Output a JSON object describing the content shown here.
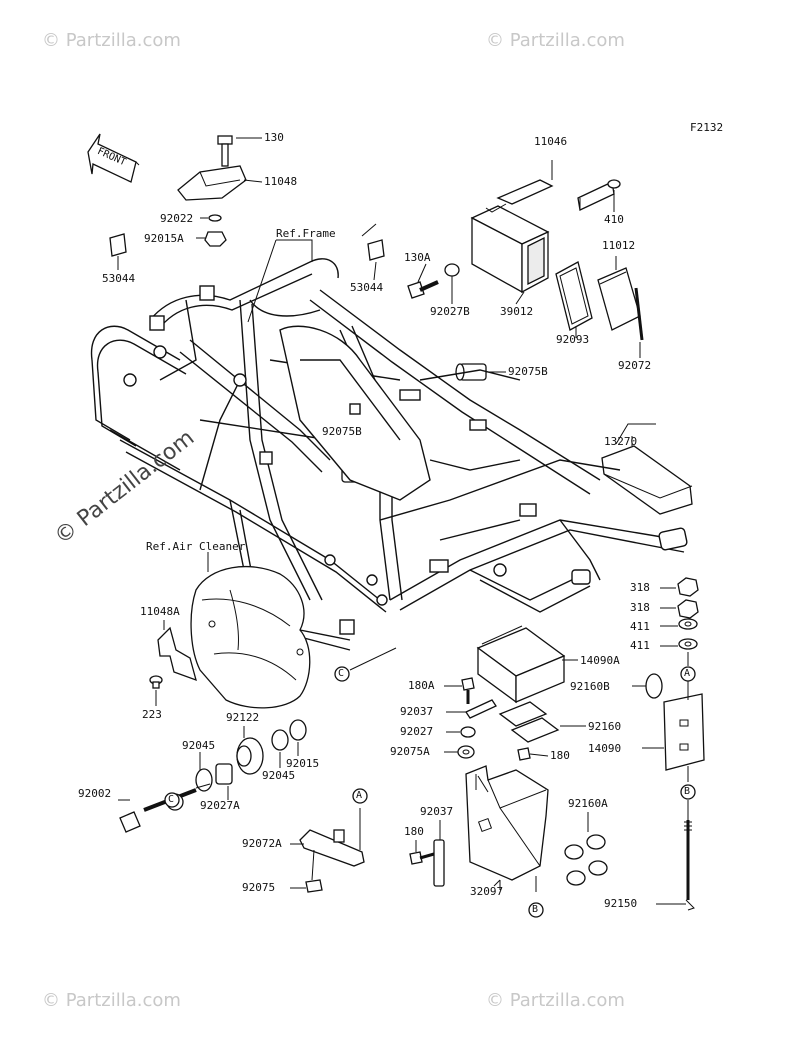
{
  "diagram_code": "F2132",
  "front_label": "FRONT",
  "ref_labels": {
    "frame": "Ref.Frame",
    "air_cleaner": "Ref.Air Cleaner"
  },
  "callouts": {
    "p130": "130",
    "p11048": "11048",
    "p92022": "92022",
    "p92015A": "92015A",
    "p53044_left": "53044",
    "p53044_right": "53044",
    "p11046": "11046",
    "p410": "410",
    "p11012": "11012",
    "p130A": "130A",
    "p92027B": "92027B",
    "p39012": "39012",
    "p92093": "92093",
    "p92072": "92072",
    "p92075B_top": "92075B",
    "p92075B_mid": "92075B",
    "p13270": "13270",
    "p318_a": "318",
    "p318_b": "318",
    "p411_a": "411",
    "p411_b": "411",
    "p14090A": "14090A",
    "p92160B": "92160B",
    "p14090": "14090",
    "p11048A": "11048A",
    "p223": "223",
    "p180A": "180A",
    "p92037_a": "92037",
    "p92160": "92160",
    "p92027": "92027",
    "p92075A": "92075A",
    "p180_a": "180",
    "p92122": "92122",
    "p92045_a": "92045",
    "p92045_b": "92045",
    "p92015": "92015",
    "p92002": "92002",
    "p92027A": "92027A",
    "p92037_b": "92037",
    "p92160A": "92160A",
    "p180_b": "180",
    "p92072A": "92072A",
    "p32097": "32097",
    "p92075": "92075",
    "p92150": "92150"
  },
  "connector_letters": {
    "a_right": "A",
    "b_right": "B",
    "c_frame": "C",
    "c_shaft": "C",
    "a_bracket": "A",
    "b_box": "B"
  },
  "watermarks": {
    "corner": "© Partzilla.com",
    "center": "© Partzilla.com"
  }
}
